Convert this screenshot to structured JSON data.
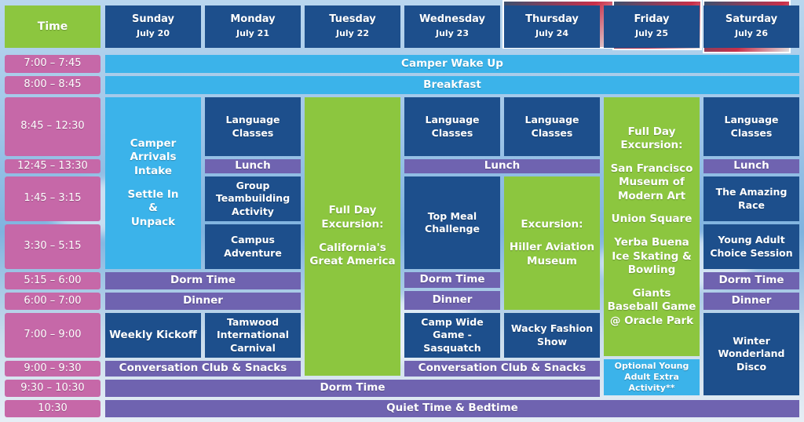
{
  "time_header": "Time",
  "days": [
    {
      "name": "Sunday",
      "date": "July 20"
    },
    {
      "name": "Monday",
      "date": "July 21"
    },
    {
      "name": "Tuesday",
      "date": "July 22"
    },
    {
      "name": "Wednesday",
      "date": "July 23"
    },
    {
      "name": "Thursday",
      "date": "July 24"
    },
    {
      "name": "Friday",
      "date": "July 25"
    },
    {
      "name": "Saturday",
      "date": "July 26"
    }
  ],
  "times": [
    "7:00 – 7:45",
    "8:00 – 8:45",
    "8:45 – 12:30",
    "12:45 – 13:30",
    "1:45 – 3:15",
    "3:30 – 5:15",
    "5:15 – 6:00",
    "6:00 – 7:00",
    "7:00 – 9:00",
    "9:00 – 9:30",
    "9:30 – 10:30",
    "10:30"
  ],
  "events": {
    "wake": "Camper Wake Up",
    "breakfast": "Breakfast",
    "arrivals_1": "Camper Arrivals",
    "arrivals_2": "Intake",
    "arrivals_3": "Settle In",
    "arrivals_4": "&",
    "arrivals_5": "Unpack",
    "lang_mon": "Language Classes",
    "lang_wed": "Language Classes",
    "lang_thu": "Language Classes",
    "lang_sat": "Language Classes",
    "lunch_mon": "Lunch",
    "lunch_wedthu": "Lunch",
    "lunch_sat": "Lunch",
    "teambuilding": "Group Teambuilding Activity",
    "campus": "Campus Adventure",
    "tue_1": "Full Day Excursion:",
    "tue_2": "California's Great America",
    "topmeal": "Top Meal Challenge",
    "thu_1": "Excursion:",
    "thu_2": "Hiller Aviation Museum",
    "fri_1": "Full Day Excursion:",
    "fri_2": "San Francisco Museum of Modern Art",
    "fri_3": "Union Square",
    "fri_4": "Yerba Buena Ice Skating & Bowling",
    "fri_5": "Giants Baseball Game @ Oracle Park",
    "race": "The Amazing Race",
    "youngadult": "Young Adult Choice Session",
    "dorm_summon": "Dorm Time",
    "dorm_wed": "Dorm Time",
    "dorm_sat": "Dorm Time",
    "dinner_summon": "Dinner",
    "dinner_wed": "Dinner",
    "dinner_sat": "Dinner",
    "kickoff": "Weekly Kickoff",
    "carnival": "Tamwood International Carnival",
    "campwide": "Camp Wide Game - Sasquatch",
    "wacky": "Wacky Fashion Show",
    "disco": "Winter Wonderland Disco",
    "conv_summon": "Conversation Club & Snacks",
    "conv_wedthu": "Conversation Club & Snacks",
    "optional": "Optional Young Adult Extra Activity**",
    "dorm_late": "Dorm Time",
    "quiet": "Quiet Time & Bedtime"
  }
}
